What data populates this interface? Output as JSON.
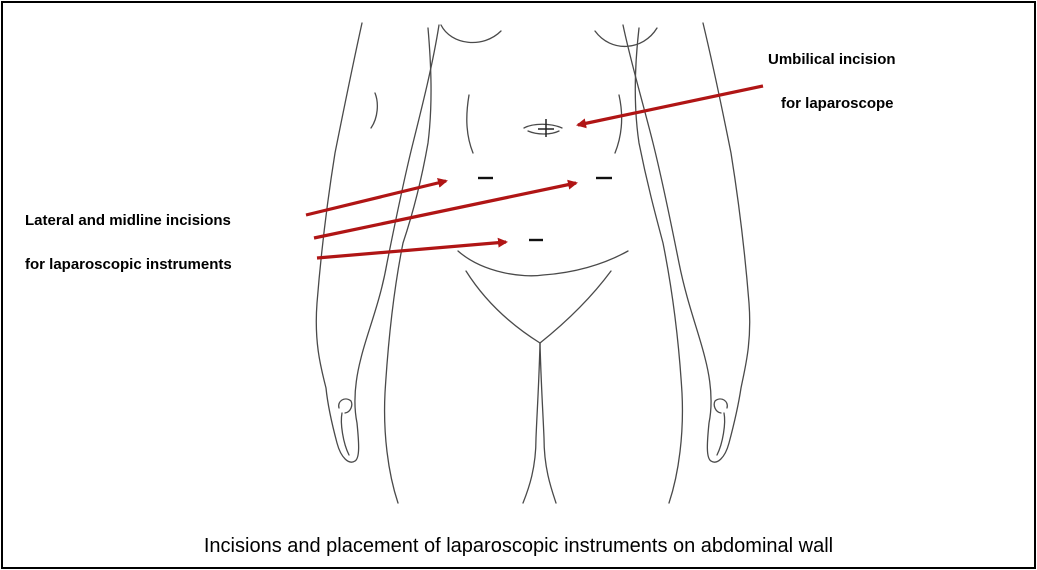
{
  "labels": {
    "umbilical_line1": "Umbilical incision",
    "umbilical_line2": "for laparoscope",
    "lateral_line1": "Lateral and midline incisions",
    "lateral_line2": "for laparoscopic instruments"
  },
  "caption": "Incisions and placement of laparoscopic instruments on abdominal wall",
  "colors": {
    "arrow": "#b01515",
    "outline": "#4a4a4a",
    "text": "#000000",
    "border": "#000000"
  },
  "markers": {
    "umbilical": "+",
    "ports": [
      "–",
      "–",
      "–"
    ]
  }
}
